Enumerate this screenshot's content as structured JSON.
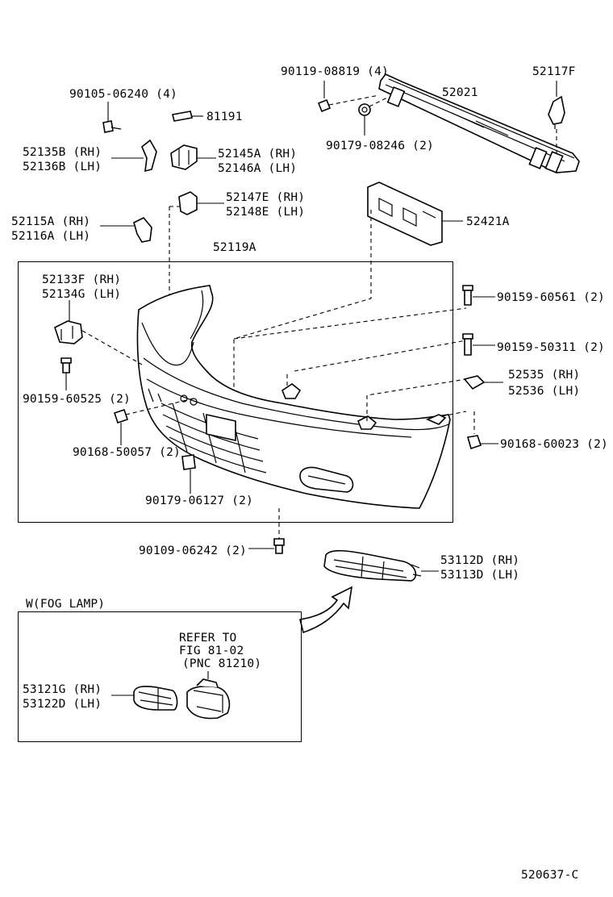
{
  "labels": {
    "p1": "90105-06240 (4)",
    "p2": "81191",
    "p3": "52135B (RH)",
    "p4": "52136B (LH)",
    "p5": "52145A (RH)",
    "p6": "52146A (LH)",
    "p7": "90119-08819 (4)",
    "p8": "52021",
    "p9": "52117F",
    "p10": "90179-08246 (2)",
    "p11": "52147E (RH)",
    "p12": "52148E (LH)",
    "p13": "52421A",
    "p14": "52115A (RH)",
    "p15": "52116A (LH)",
    "p16": "52119A",
    "p17": "52133F (RH)",
    "p18": "52134G (LH)",
    "p19": "90159-60561 (2)",
    "p20": "90159-50311 (2)",
    "p21": "52535 (RH)",
    "p22": "52536 (LH)",
    "p23": "90159-60525 (2)",
    "p24": "90168-50057 (2)",
    "p25": "90168-60023 (2)",
    "p26": "90179-06127 (2)",
    "p27": "90109-06242 (2)",
    "p28": "53112D (RH)",
    "p29": "53113D (LH)",
    "p30": "W(FOG LAMP)",
    "p31": "REFER TO",
    "p32": "FIG 81-02",
    "p33": "(PNC 81210)",
    "p34": "53121G (RH)",
    "p35": "53122D (LH)",
    "p36": "520637-C"
  }
}
